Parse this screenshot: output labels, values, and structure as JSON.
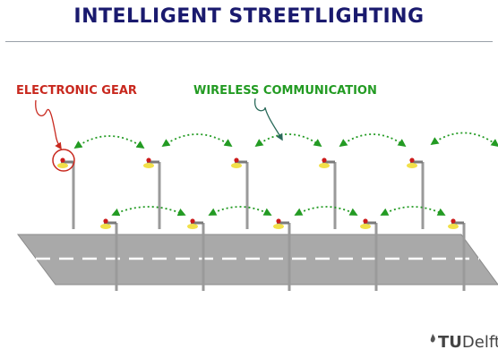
{
  "title": "INTELLIGENT STREETLIGHTING",
  "labels": {
    "electronic_gear": "ELECTRONIC GEAR",
    "wireless_communication": "WIRELESS COMMUNICATION"
  },
  "logo": {
    "tu": "TU",
    "name": "Delft"
  },
  "colors": {
    "title": "#1a1a6e",
    "electronic_gear": "#c8281e",
    "wireless": "#239b23",
    "road": "#a9a9a9",
    "lamp_sensor": "#cc1a1a",
    "lamp_light": "#f2e04a",
    "pole": "#9a9a9a"
  },
  "icons": [
    "streetlight-icon",
    "wireless-link-arrow-icon",
    "tu-delft-flame-icon"
  ]
}
